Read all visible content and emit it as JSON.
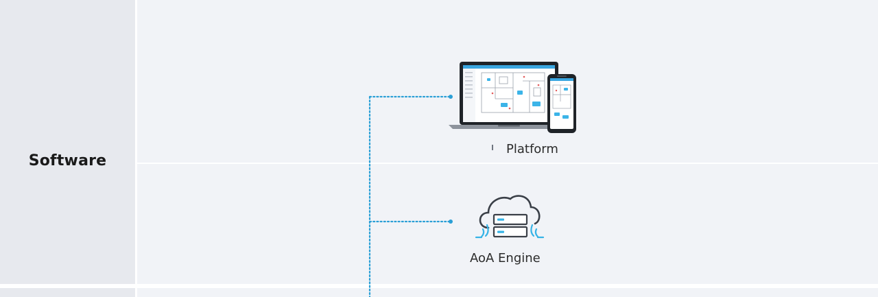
{
  "row": {
    "label": "Software"
  },
  "nodes": [
    {
      "name": "platform",
      "caption": "Platform",
      "icon": "laptop-phone-dashboard-icon"
    },
    {
      "name": "aoa-engine",
      "caption": "AoA Engine",
      "icon": "cloud-server-icon"
    }
  ],
  "colors": {
    "connector": "#2a9fd6",
    "accent": "#36b3e6",
    "icon_stroke": "#3a3f47",
    "label_bg": "#e7e9ee",
    "content_bg": "#f1f3f7"
  }
}
